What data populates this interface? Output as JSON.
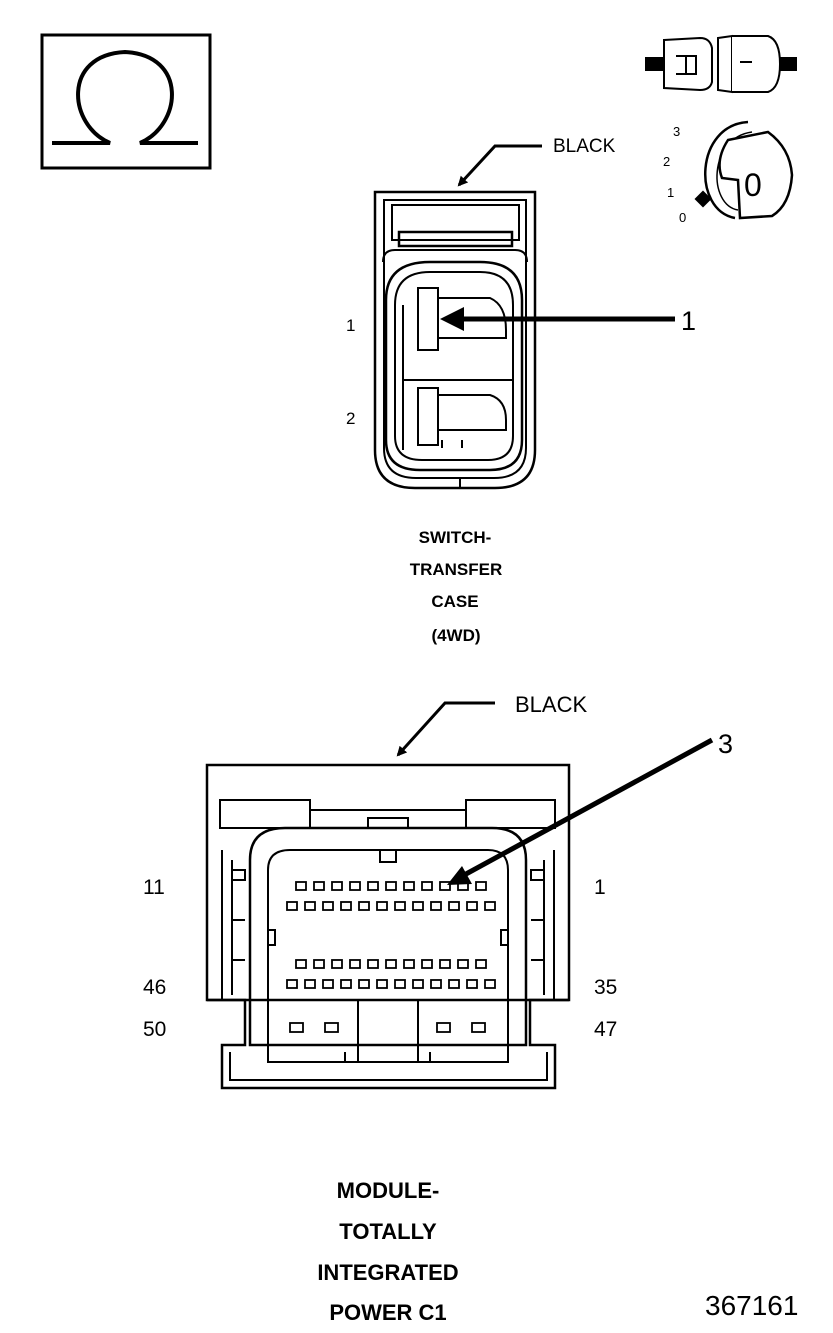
{
  "icons": {
    "ohm": "ohm-symbol-icon",
    "disconnect": "connector-disconnected-icon",
    "ignition": "ignition-key-off-icon"
  },
  "ignition_positions": [
    "3",
    "2",
    "1",
    "0"
  ],
  "ignition_key_label": "0",
  "connector1": {
    "wire_color_label": "BLACK",
    "pin_labels": [
      "1",
      "2"
    ],
    "callout": "1",
    "title_lines": [
      "SWITCH-",
      "TRANSFER",
      "CASE",
      "(4WD)"
    ]
  },
  "connector2": {
    "wire_color_label": "BLACK",
    "callout": "3",
    "pin_labels": {
      "top_left": "11",
      "top_right": "1",
      "mid_left": "46",
      "mid_right": "35",
      "bottom_left": "50",
      "bottom_right": "47"
    },
    "title_lines": [
      "MODULE-",
      "TOTALLY",
      "INTEGRATED",
      "POWER C1"
    ]
  },
  "figure_number": "367161"
}
